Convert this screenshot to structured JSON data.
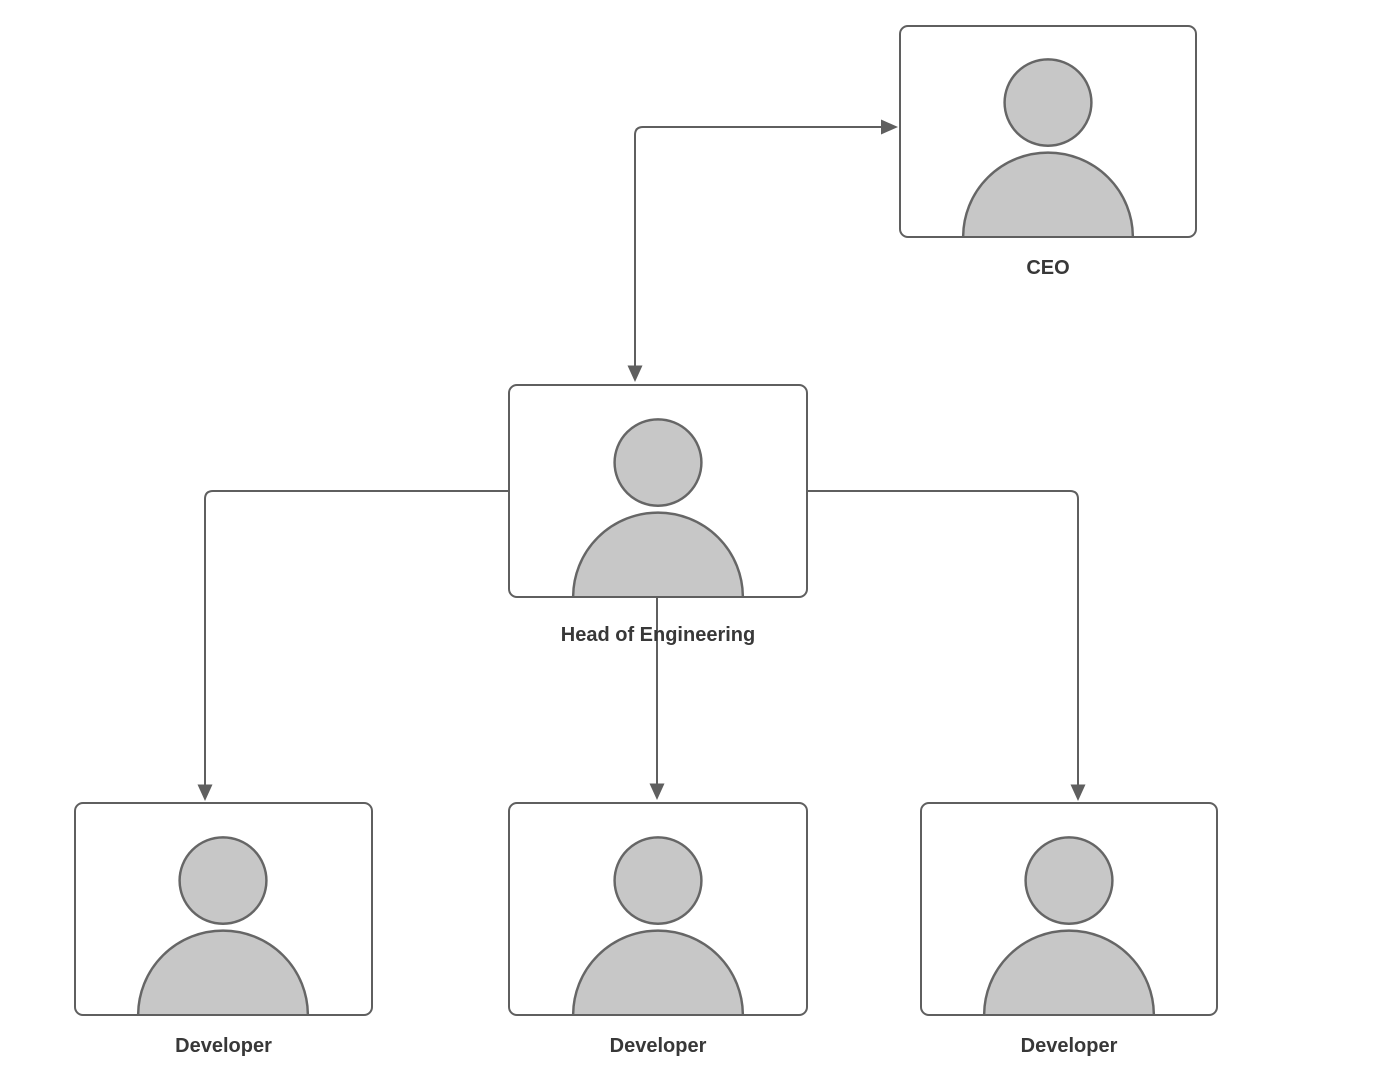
{
  "diagram": {
    "type": "org-chart",
    "background": "#ffffff",
    "colors": {
      "node_fill": "#ffffff",
      "node_border": "#5f5f5f",
      "connector": "#5f5f5f",
      "person_fill": "#c7c7c7",
      "person_stroke": "#666666",
      "label_text": "#383838"
    },
    "nodes": {
      "ceo": {
        "label": "CEO",
        "icon": "person-icon"
      },
      "head_of_engineering": {
        "label": "Head of Engineering",
        "icon": "person-icon"
      },
      "developer_1": {
        "label": "Developer",
        "icon": "person-icon"
      },
      "developer_2": {
        "label": "Developer",
        "icon": "person-icon"
      },
      "developer_3": {
        "label": "Developer",
        "icon": "person-icon"
      }
    },
    "edges": [
      {
        "from": "head_of_engineering",
        "to": "ceo",
        "style": "elbow",
        "arrowheads": [
          "ceo",
          "head_of_engineering"
        ]
      },
      {
        "from": "head_of_engineering",
        "to": "developer_1",
        "style": "elbow",
        "arrowheads": [
          "developer_1"
        ]
      },
      {
        "from": "head_of_engineering",
        "to": "developer_2",
        "style": "straight",
        "arrowheads": [
          "developer_2"
        ]
      },
      {
        "from": "head_of_engineering",
        "to": "developer_3",
        "style": "elbow",
        "arrowheads": [
          "developer_3"
        ]
      }
    ]
  }
}
